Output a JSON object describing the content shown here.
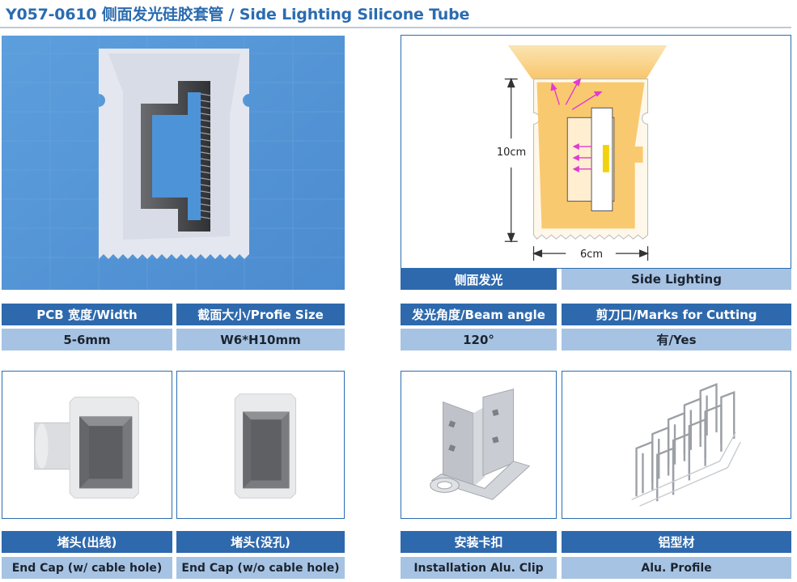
{
  "header": {
    "title": "Y057-0610 侧面发光硅胶套管 / Side Lighting Silicone Tube"
  },
  "diagram": {
    "height_label": "10cm",
    "width_label": "6cm"
  },
  "specs": {
    "lighting_label_cn": "侧面发光",
    "lighting_label_en": "Side Lighting",
    "pcb_label": "PCB 宽度/Width",
    "pcb_value": "5-6mm",
    "size_label": "截面大小/Profie Size",
    "size_value": "W6*H10mm",
    "beam_label": "发光角度/Beam angle",
    "beam_value": "120°",
    "cut_label": "剪刀口/Marks for Cutting",
    "cut_value": "有/Yes"
  },
  "accessories": [
    {
      "cn": "堵头(出线)",
      "en": "End Cap (w/ cable hole)"
    },
    {
      "cn": "堵头(没孔)",
      "en": "End Cap (w/o cable hole)"
    },
    {
      "cn": "安装卡扣",
      "en": "Installation Alu. Clip"
    },
    {
      "cn": "铝型材",
      "en": "Alu. Profile"
    }
  ]
}
